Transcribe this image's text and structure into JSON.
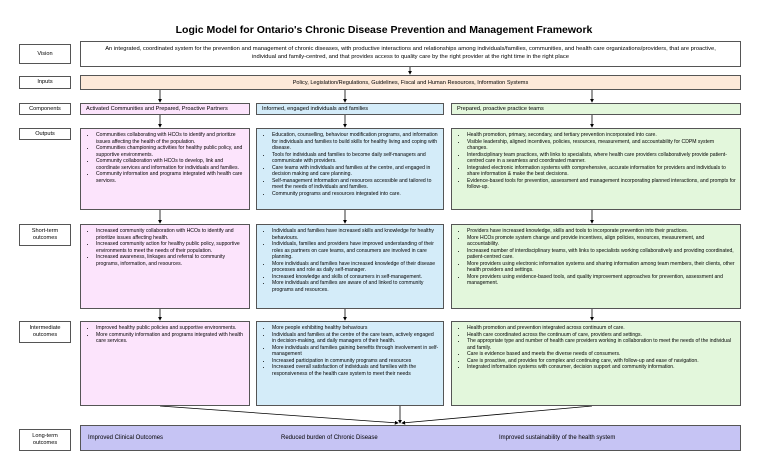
{
  "title": "Logic Model for Ontario's Chronic Disease Prevention and Management Framework",
  "row_labels": {
    "vision": "Vision",
    "inputs": "Inputs",
    "components": "Components",
    "outputs": "Outputs",
    "short_term": "Short-term outcomes",
    "intermediate": "Intermediate outcomes",
    "long_term": "Long-term outcomes"
  },
  "vision": "An integrated, coordinated system for the prevention and management of chronic diseases, with productive interactions and relationships among individuals/families, communities, and health care organizations/providers, that are proactive, individual and family-centred, and that provides access to quality care by the right provider at the right time in the right place",
  "inputs": "Policy, Legislation/Regulations, Guidelines, Fiscal and Human Resources, Information Systems",
  "components": [
    "Activated Communities and Prepared, Proactive Partners",
    "Informed, engaged individuals and families",
    "Prepared, proactive practice teams"
  ],
  "outputs": [
    [
      "Communities collaborating with HCOs to identify and prioritize issues affecting the health of the population.",
      "Communities championing activities for healthy public policy, and supportive environments.",
      "Community collaboration with HCOs to develop, link and coordinate services and information for individuals and families.",
      "Community information and programs integrated with health care services."
    ],
    [
      "Education, counselling, behaviour modification programs, and information for individuals and families to build skills for healthy living and coping with disease.",
      "Tools for individuals and families to become daily self-managers and communicate with providers.",
      "Care teams with individuals and families at the centre, and engaged in decision making and care planning.",
      "Self-management information and resources accessible and tailored to meet the needs of individuals and families.",
      "Community programs and resources integrated into care."
    ],
    [
      "Health promotion, primary, secondary, and tertiary prevention incorporated into care.",
      "Visible leadership, aligned incentives, policies, resources, measurement, and accountability for CDPM system changes.",
      "Interdisciplinary team practices, with links to specialists, where health care providers collaboratively provide patient-centred care in a seamless and coordinated manner.",
      "Integrated electronic information systems with comprehensive, accurate information for providers and individuals to share information & make the best decisions.",
      "Evidence-based tools for prevention, assessment and management incorporating planned interactions, and prompts for follow-up."
    ]
  ],
  "short_term": [
    [
      "Increased community collaboration with HCOs to identify and prioritize issues affecting health.",
      "Increased community action for healthy public policy, supportive environments to meet the needs of their population.",
      "Increased awareness, linkages and referral to community programs, information, and resources."
    ],
    [
      "Individuals and families have increased skills and knowledge for healthy behaviours.",
      "Individuals, families and providers have improved understanding of their roles as partners on care teams, and consumers are involved in care planning.",
      "More individuals and families have increased knowledge of their disease processes and role as daily self-manager.",
      "Increased knowledge and skills of consumers in self-management.",
      "More individuals and families are aware of and linked to community programs and resources."
    ],
    [
      "Providers have increased knowledge, skills and tools to incorporate prevention into their practices.",
      "More HCOs promote system change and provide incentives, align policies, resources, measurement, and accountability.",
      "Increased number of interdisciplinary teams, with links to specialists working collaboratively and providing coordinated, patient-centred care.",
      "More providers using electronic information systems and sharing information among team members, their clients, other health providers and settings.",
      "More providers using evidence-based tools, and quality improvement approaches for prevention, assessment and management."
    ]
  ],
  "intermediate": [
    [
      "Improved healthy public policies and supportive environments.",
      "More community information and programs integrated with health care services."
    ],
    [
      "More people exhibiting healthy behaviours",
      "Individuals and families at the centre of the care team, actively engaged in decision-making, and daily managers of their health.",
      "More individuals and families gaining benefits through involvement in self-management",
      "Increased participation in community programs and resources",
      "Increased overall satisfaction of individuals and families with the responsiveness of the health care system to meet their needs"
    ],
    [
      "Health promotion and prevention integrated across continuum of care.",
      "Health care coordinated across the continuum of care, providers and settings.",
      "The appropriate type and number of health care providers working in collaboration to meet the needs of the individual and family.",
      "Care is evidence based and meets the diverse needs of consumers.",
      "Care is proactive, and provides for complex and continuing care, with follow-up and ease of navigation.",
      "Integrated information systems with consumer, decision support and community information."
    ]
  ],
  "long_term": [
    "Improved Clinical Outcomes",
    "Reduced burden of Chronic Disease",
    "Improved sustainability of the health system"
  ]
}
